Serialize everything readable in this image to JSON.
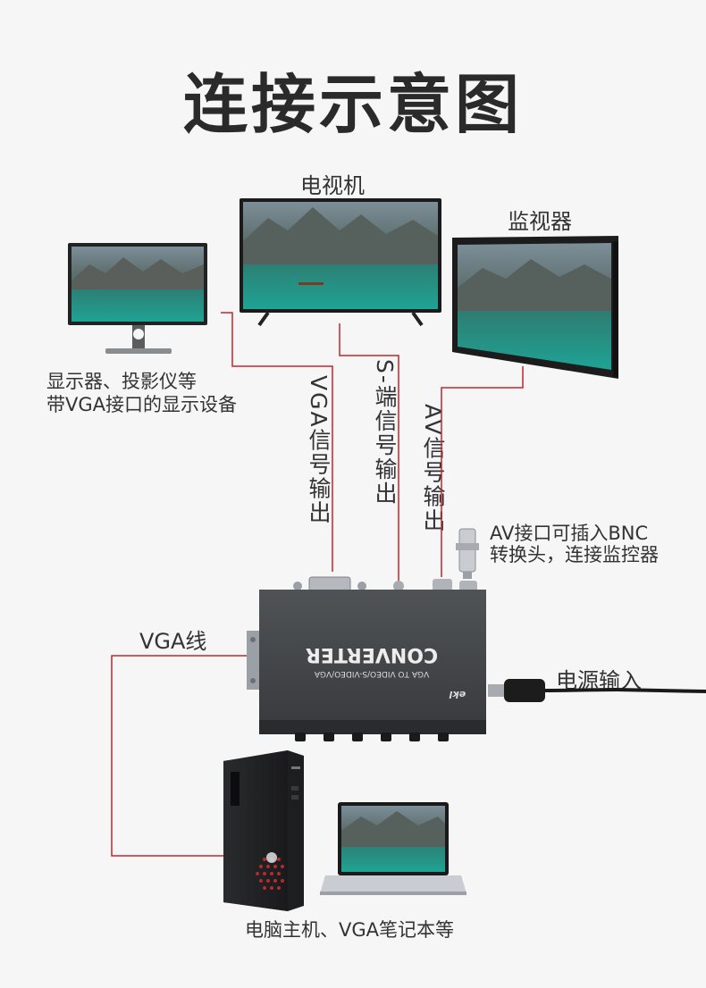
{
  "title": "连接示意图",
  "devices": {
    "tv": "电视机",
    "monitor": "监视器",
    "display_line1": "显示器、投影仪等",
    "display_line2": "带VGA接口的显示设备",
    "pc": "电脑主机、VGA笔记本等"
  },
  "signals": {
    "vga_out": "VGA信号输出",
    "s_video_out": "S-端信号输出",
    "av_out": "AV信号输出"
  },
  "notes": {
    "bnc_line1": "AV接口可插入BNC",
    "bnc_line2": "转换头，连接监控器",
    "vga_cable": "VGA线",
    "power_in": "电源输入"
  },
  "converter": {
    "brand": "CONVERTER",
    "model": "VGA TO VIDEO/S-VIDEO/VGA",
    "logo": "ekl"
  },
  "colors": {
    "line": "#c0272d",
    "device_body": "#3b3d40"
  }
}
